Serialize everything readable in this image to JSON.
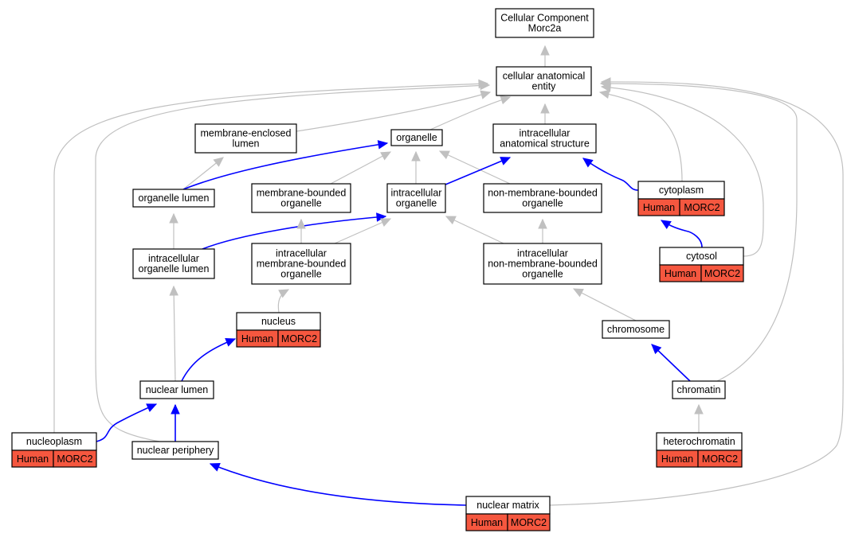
{
  "diagram": {
    "nodes": [
      {
        "id": "root",
        "lines": [
          "Cellular Component",
          "Morc2a"
        ]
      },
      {
        "id": "cae",
        "lines": [
          "cellular anatomical",
          "entity"
        ]
      },
      {
        "id": "mel",
        "lines": [
          "membrane-enclosed",
          "lumen"
        ]
      },
      {
        "id": "org",
        "lines": [
          "organelle"
        ]
      },
      {
        "id": "ias",
        "lines": [
          "intracellular",
          "anatomical structure"
        ]
      },
      {
        "id": "orglumen",
        "lines": [
          "organelle lumen"
        ]
      },
      {
        "id": "mbo",
        "lines": [
          "membrane-bounded",
          "organelle"
        ]
      },
      {
        "id": "iorg",
        "lines": [
          "intracellular",
          "organelle"
        ]
      },
      {
        "id": "nmbo",
        "lines": [
          "non-membrane-bounded",
          "organelle"
        ]
      },
      {
        "id": "cyto",
        "lines": [
          "cytoplasm"
        ],
        "human": "Human",
        "gene": "MORC2"
      },
      {
        "id": "iol",
        "lines": [
          "intracellular",
          "organelle lumen"
        ]
      },
      {
        "id": "imbo",
        "lines": [
          "intracellular",
          "membrane-bounded",
          "organelle"
        ]
      },
      {
        "id": "inmbo",
        "lines": [
          "intracellular",
          "non-membrane-bounded",
          "organelle"
        ]
      },
      {
        "id": "cytosol",
        "lines": [
          "cytosol"
        ],
        "human": "Human",
        "gene": "MORC2"
      },
      {
        "id": "nucleus",
        "lines": [
          "nucleus"
        ],
        "human": "Human",
        "gene": "MORC2"
      },
      {
        "id": "chrom",
        "lines": [
          "chromosome"
        ]
      },
      {
        "id": "nlumen",
        "lines": [
          "nuclear lumen"
        ]
      },
      {
        "id": "chromatin",
        "lines": [
          "chromatin"
        ]
      },
      {
        "id": "nucleoplasm",
        "lines": [
          "nucleoplasm"
        ],
        "human": "Human",
        "gene": "MORC2"
      },
      {
        "id": "nper",
        "lines": [
          "nuclear periphery"
        ]
      },
      {
        "id": "hetero",
        "lines": [
          "heterochromatin"
        ],
        "human": "Human",
        "gene": "MORC2"
      },
      {
        "id": "nmatrix",
        "lines": [
          "nuclear matrix"
        ],
        "human": "Human",
        "gene": "MORC2"
      }
    ],
    "edges": [
      {
        "from": "cae",
        "to": "root",
        "color": "gray"
      },
      {
        "from": "mel",
        "to": "cae",
        "color": "gray"
      },
      {
        "from": "org",
        "to": "cae",
        "color": "gray"
      },
      {
        "from": "ias",
        "to": "cae",
        "color": "gray"
      },
      {
        "from": "cyto",
        "to": "cae",
        "color": "gray"
      },
      {
        "from": "cytosol",
        "to": "cae",
        "color": "gray"
      },
      {
        "from": "nucleoplasm",
        "to": "cae",
        "color": "gray"
      },
      {
        "from": "nper",
        "to": "cae",
        "color": "gray"
      },
      {
        "from": "chromatin",
        "to": "cae",
        "color": "gray"
      },
      {
        "from": "nmatrix",
        "to": "cae",
        "color": "gray"
      },
      {
        "from": "orglumen",
        "to": "mel",
        "color": "gray"
      },
      {
        "from": "orglumen",
        "to": "org",
        "color": "blue"
      },
      {
        "from": "mbo",
        "to": "org",
        "color": "gray"
      },
      {
        "from": "iorg",
        "to": "org",
        "color": "gray"
      },
      {
        "from": "nmbo",
        "to": "org",
        "color": "gray"
      },
      {
        "from": "iorg",
        "to": "ias",
        "color": "blue"
      },
      {
        "from": "cyto",
        "to": "ias",
        "color": "blue"
      },
      {
        "from": "iol",
        "to": "orglumen",
        "color": "gray"
      },
      {
        "from": "iol",
        "to": "iorg",
        "color": "blue"
      },
      {
        "from": "imbo",
        "to": "mbo",
        "color": "gray"
      },
      {
        "from": "imbo",
        "to": "iorg",
        "color": "gray"
      },
      {
        "from": "inmbo",
        "to": "iorg",
        "color": "gray"
      },
      {
        "from": "inmbo",
        "to": "nmbo",
        "color": "gray"
      },
      {
        "from": "cytosol",
        "to": "cyto",
        "color": "blue"
      },
      {
        "from": "nucleus",
        "to": "imbo",
        "color": "gray"
      },
      {
        "from": "nlumen",
        "to": "iol",
        "color": "gray"
      },
      {
        "from": "nlumen",
        "to": "nucleus",
        "color": "blue"
      },
      {
        "from": "chrom",
        "to": "inmbo",
        "color": "gray"
      },
      {
        "from": "chromatin",
        "to": "chrom",
        "color": "blue"
      },
      {
        "from": "nucleoplasm",
        "to": "nlumen",
        "color": "blue"
      },
      {
        "from": "nper",
        "to": "nlumen",
        "color": "blue"
      },
      {
        "from": "hetero",
        "to": "chromatin",
        "color": "gray"
      },
      {
        "from": "nmatrix",
        "to": "nper",
        "color": "blue"
      }
    ],
    "colors": {
      "is_a_edge": "#c0c0c0",
      "part_of_edge": "#0000ff",
      "annotation_fill": "#f5573f",
      "node_fill": "#ffffff",
      "border": "#000000"
    }
  }
}
